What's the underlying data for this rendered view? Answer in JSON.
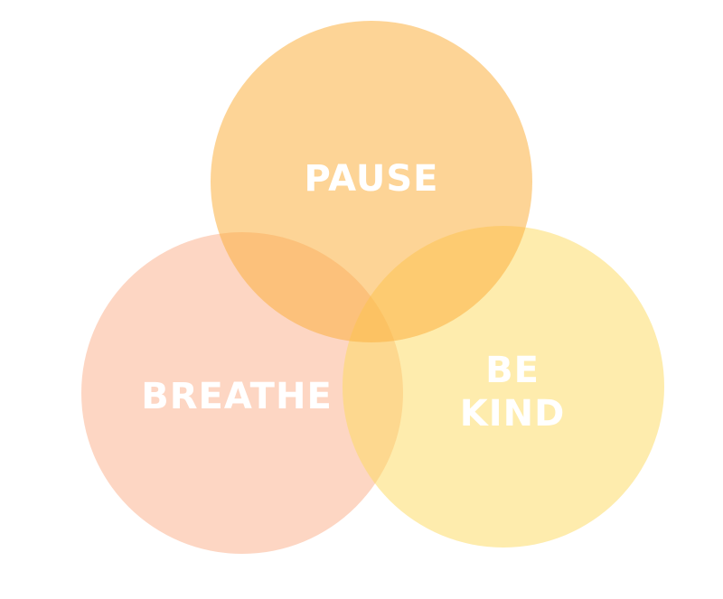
{
  "diagram": {
    "type": "venn",
    "sets": [
      {
        "id": "breathe",
        "label": "BREATHE",
        "color": "#FBA57A"
      },
      {
        "id": "kind",
        "label_lines": [
          "BE",
          "KIND"
        ],
        "color": "#FDDA5C"
      },
      {
        "id": "pause",
        "label": "PAUSE",
        "color": "#FBB040"
      }
    ]
  }
}
